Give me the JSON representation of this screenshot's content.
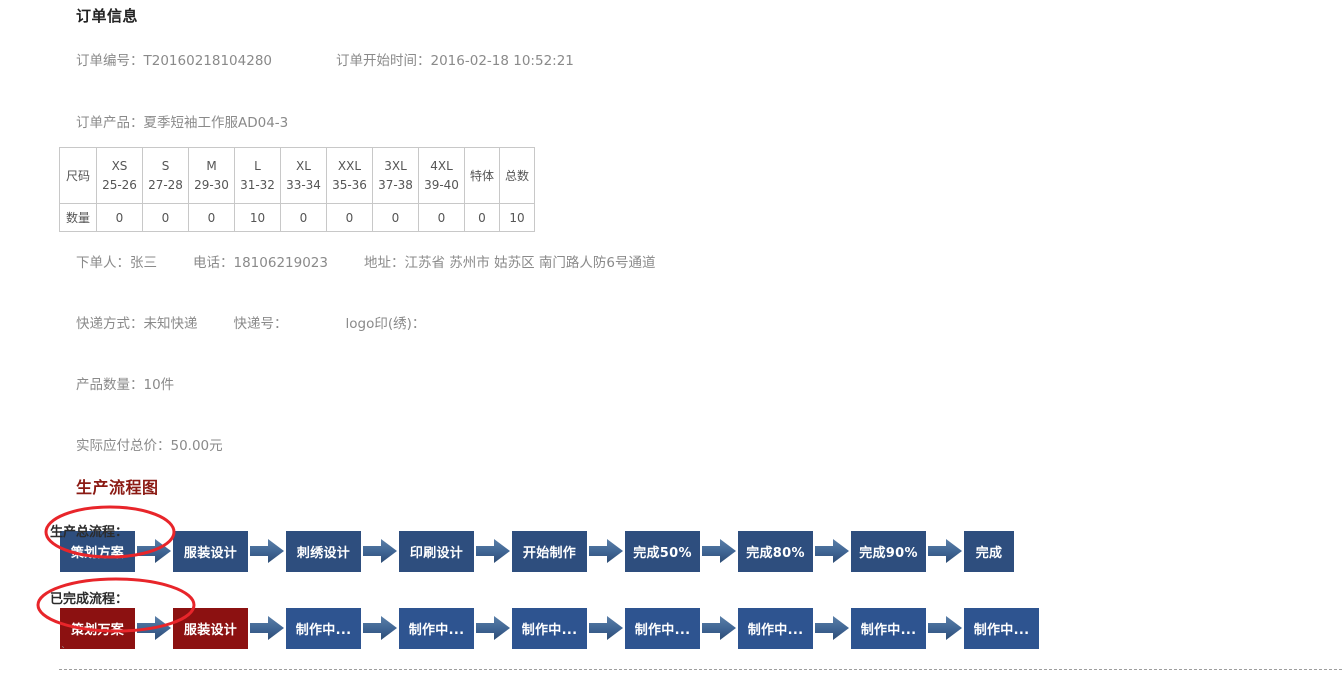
{
  "order": {
    "section_title": "订单信息",
    "order_no_label": "订单编号：",
    "order_no_value": "T20160218104280",
    "start_time_label": "订单开始时间：",
    "start_time_value": "2016-02-18 10:52:21",
    "product_label": "订单产品：",
    "product_value": "夏季短袖工作服AD04-3",
    "buyer_label": "下单人：",
    "buyer_value": "张三",
    "phone_label": "电话：",
    "phone_value": "18106219023",
    "address_label": "地址：",
    "address_value": "江苏省 苏州市 姑苏区 南门路人防6号通道",
    "express_label": "快递方式：",
    "express_value": "未知快递",
    "express_no_label": "快递号：",
    "express_no_value": "",
    "logo_label": "logo印(绣)：",
    "logo_value": "",
    "qty_label": "产品数量：",
    "qty_value": "10件",
    "total_label": "实际应付总价：",
    "total_value": "50.00元"
  },
  "size_table": {
    "row_head_label": "尺码",
    "row_qty_label": "数量",
    "sizes": [
      {
        "name": "XS",
        "range": "25-26",
        "qty": "0"
      },
      {
        "name": "S",
        "range": "27-28",
        "qty": "0"
      },
      {
        "name": "M",
        "range": "29-30",
        "qty": "0"
      },
      {
        "name": "L",
        "range": "31-32",
        "qty": "10"
      },
      {
        "name": "XL",
        "range": "33-34",
        "qty": "0"
      },
      {
        "name": "XXL",
        "range": "35-36",
        "qty": "0"
      },
      {
        "name": "3XL",
        "range": "37-38",
        "qty": "0"
      },
      {
        "name": "4XL",
        "range": "39-40",
        "qty": "0"
      }
    ],
    "special_label": "特体",
    "special_qty": "0",
    "total_label": "总数",
    "total_qty": "10"
  },
  "flow": {
    "title": "生产流程图",
    "total_label": "生产总流程：",
    "done_label": "已完成流程：",
    "total_steps": [
      {
        "text": "策划方案",
        "state": "pending"
      },
      {
        "text": "服装设计",
        "state": "pending"
      },
      {
        "text": "刺绣设计",
        "state": "pending"
      },
      {
        "text": "印刷设计",
        "state": "pending"
      },
      {
        "text": "开始制作",
        "state": "pending"
      },
      {
        "text": "完成50%",
        "state": "pending"
      },
      {
        "text": "完成80%",
        "state": "pending"
      },
      {
        "text": "完成90%",
        "state": "pending"
      },
      {
        "text": "完成",
        "state": "pending"
      }
    ],
    "done_steps": [
      {
        "text": "策划万案",
        "state": "done"
      },
      {
        "text": "服装设计",
        "state": "done"
      },
      {
        "text": "制作中...",
        "state": "current"
      },
      {
        "text": "制作中...",
        "state": "current"
      },
      {
        "text": "制作中...",
        "state": "current"
      },
      {
        "text": "制作中...",
        "state": "current"
      },
      {
        "text": "制作中...",
        "state": "current"
      },
      {
        "text": "制作中...",
        "state": "current"
      },
      {
        "text": "制作中...",
        "state": "current"
      }
    ],
    "annotation_color": "#e8252a"
  },
  "colors": {
    "node_blue_dark": "#2e4e7e",
    "node_blue": "#2e5490",
    "node_red": "#8c1111",
    "arrow_blue": "#3f6493",
    "heading_red": "#8b1a13",
    "text_gray": "#8a8a8a"
  },
  "misc": {
    "tick_mark": "`"
  }
}
